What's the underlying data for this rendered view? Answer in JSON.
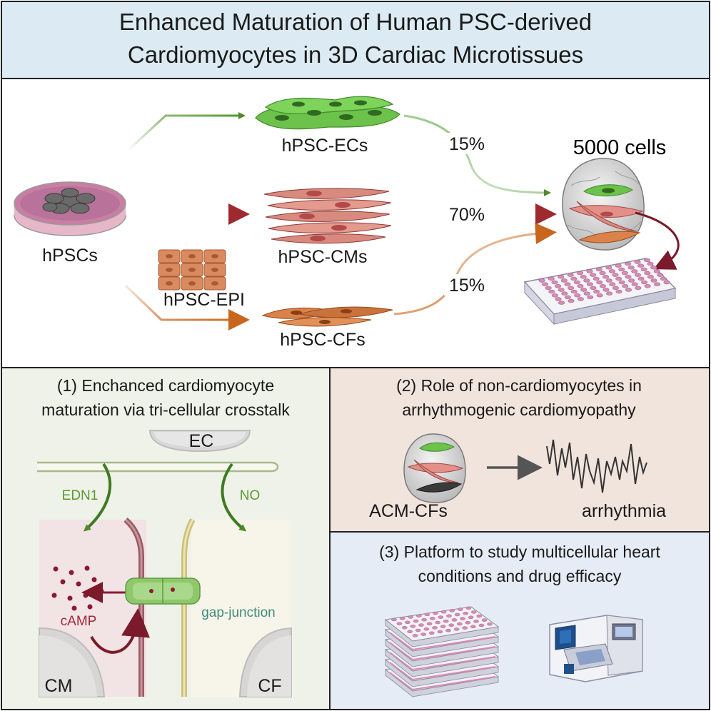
{
  "header": {
    "title_line1": "Enhanced Maturation of Human PSC-derived",
    "title_line2": "Cardiomyocytes in 3D Cardiac Microtissues"
  },
  "workflow": {
    "source_label": "hPSCs",
    "endothelial_label": "hPSC-ECs",
    "cardiomyocyte_label": "hPSC-CMs",
    "epicardial_label": "hPSC-EPI",
    "fibroblast_label": "hPSC-CFs",
    "ec_percent": "15%",
    "cm_percent": "70%",
    "cf_percent": "15%",
    "microtissue_label": "5000 cells"
  },
  "panel1": {
    "title_line1": "(1) Enchanced  cardiomyocyte",
    "title_line2": "maturation via tri-cellular crosstalk",
    "ec_label": "EC",
    "edn1_label": "EDN1",
    "no_label": "NO",
    "camp_label": "cAMP",
    "gap_junction_label": "gap-junction",
    "cm_label": "CM",
    "cf_label": "CF"
  },
  "panel2": {
    "title_line1": "(2) Role of non-cardiomyocytes in",
    "title_line2": "arrhythmogenic cardiomyopathy",
    "acm_label": "ACM-CFs",
    "arrhythmia_label": "arrhythmia"
  },
  "panel3": {
    "title_line1": "(3)  Platform to study multicellular heart",
    "title_line2": "conditions and drug  efficacy"
  },
  "colors": {
    "header_bg": "#dcebf3",
    "endothelial_green": "#4e9a2e",
    "cardiomyocyte_red": "#a03238",
    "fibroblast_orange": "#c8661e",
    "panel1_bg": "#eff2e8",
    "panel2_bg": "#f1e4dc",
    "panel3_bg": "#e6ecf6",
    "gap_junction_teal": "#3f8b7c"
  }
}
